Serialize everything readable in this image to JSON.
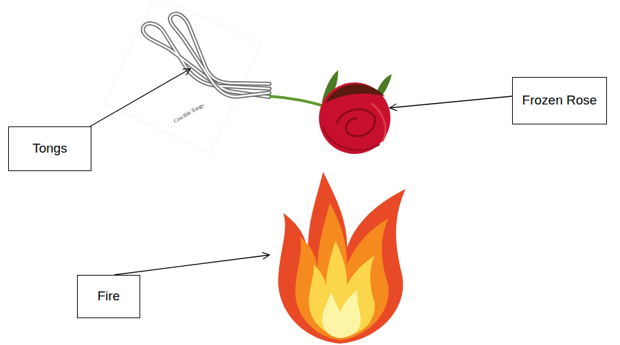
{
  "diagram": {
    "nodes": [
      {
        "text": [
          "Tongs"
        ]
      },
      {
        "text": [
          "Frozen Rose"
        ]
      },
      {
        "text": [
          "Fire"
        ]
      }
    ],
    "labels": [
      "Crucible Tongs"
    ]
  }
}
